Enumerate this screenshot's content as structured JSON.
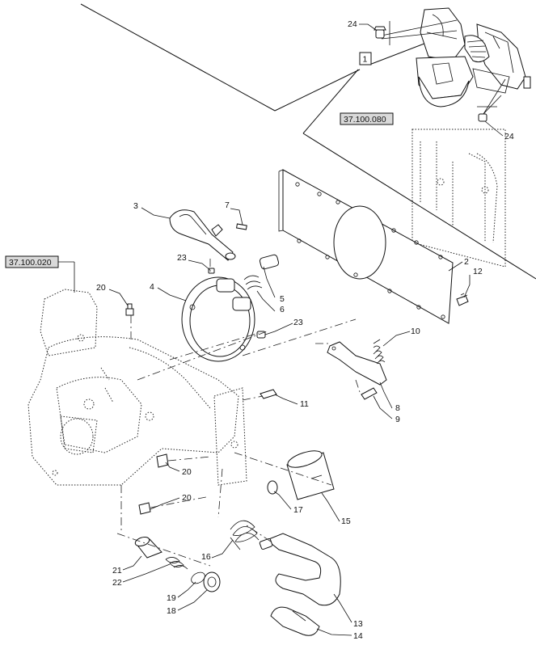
{
  "references": {
    "top": "37.100.080",
    "left": "37.100.020"
  },
  "box_label": "1",
  "part_labels": {
    "p1": "2",
    "p2": "3",
    "p3": "4",
    "p4": "5",
    "p5": "6",
    "p6": "7",
    "p7": "8",
    "p8": "9",
    "p9": "10",
    "p10": "11",
    "p11": "12",
    "p12": "13",
    "p13": "14",
    "p14": "15",
    "p15": "16",
    "p16": "17",
    "p17": "18",
    "p18": "19",
    "p19": "20",
    "p20": "20",
    "p21": "20",
    "p22": "21",
    "p23": "22",
    "p24": "23",
    "p25": "23",
    "p26": "24",
    "p27": "24"
  }
}
